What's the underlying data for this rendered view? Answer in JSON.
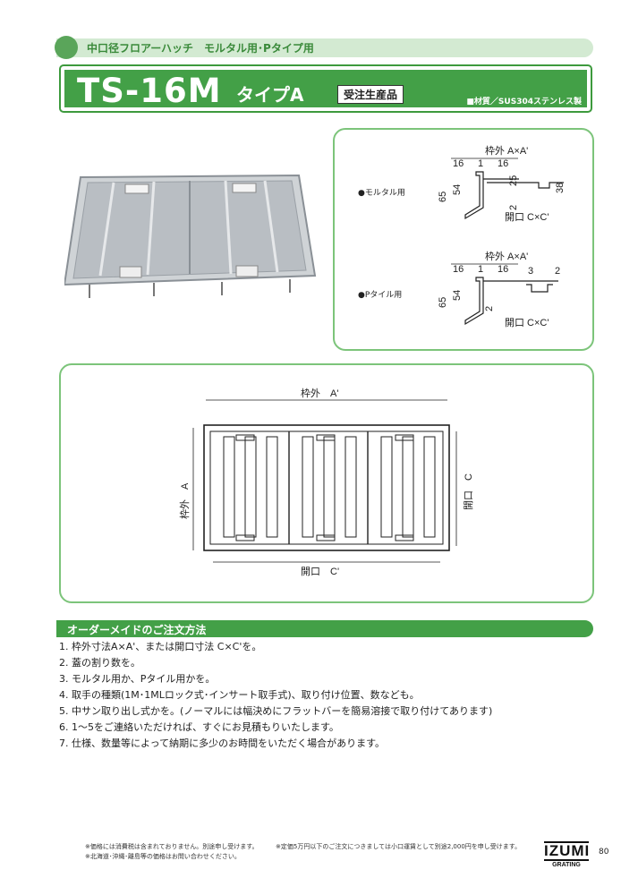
{
  "category": "中口径フロアーハッチ　モルタル用･Pタイプ用",
  "title": {
    "model": "TS-16M",
    "type": "タイプA",
    "badge": "受注生産品",
    "material": "■材質／SUS304ステンレス製"
  },
  "sections": {
    "mortar_label": "●モルタル用",
    "ptile_label": "●Pタイル用",
    "mortar_dims": {
      "outer": "枠外 A×A'",
      "opening": "開口 C×C'",
      "w1": "16",
      "w2": "1",
      "w3": "16",
      "h1": "65",
      "h2": "54",
      "h3": "25",
      "h4": "38",
      "h5": "2"
    },
    "ptile_dims": {
      "outer": "枠外 A×A'",
      "opening": "開口 C×C'",
      "w1": "16",
      "w2": "1",
      "w3": "16",
      "h1": "65",
      "h2": "54",
      "h3": "3",
      "h4": "2",
      "h5": "2"
    }
  },
  "plan": {
    "outer_w": "枠外　A'",
    "outer_h": "枠外　A",
    "open_h": "開口　C",
    "open_w": "開口　C'"
  },
  "order": {
    "heading": "オーダーメイドのご注文方法",
    "steps": [
      "1. 枠外寸法A×A'、または開口寸法 C×C'を。",
      "2. 蓋の割り数を。",
      "3. モルタル用か、Pタイル用かを。",
      "4. 取手の種類(1M･1MLロック式･インサート取手式)、取り付け位置、数なども。",
      "5. 中サン取り出し式かを。(ノーマルには幅決めにフラットバーを簡易溶接で取り付けてあります)",
      "6. 1～5をご連絡いただければ、すぐにお見積もりいたします。",
      "7. 仕様、数量等によって納期に多少のお時間をいただく場合があります。"
    ]
  },
  "footer": {
    "left1": "※価格には消費税は含まれておりません。別途申し受けます。",
    "left2": "※北海道･沖縄･離島等の価格はお問い合わせください。",
    "right1": "※定価5万円以下のご注文につきましては小口運賃として別途2,000円を申し受けます。",
    "brand_top": "IZUMI",
    "brand_bottom": "GRATING",
    "page": "80"
  },
  "colors": {
    "accent": "#43a047",
    "light": "#d3ead2",
    "border": "#7cc47a"
  }
}
